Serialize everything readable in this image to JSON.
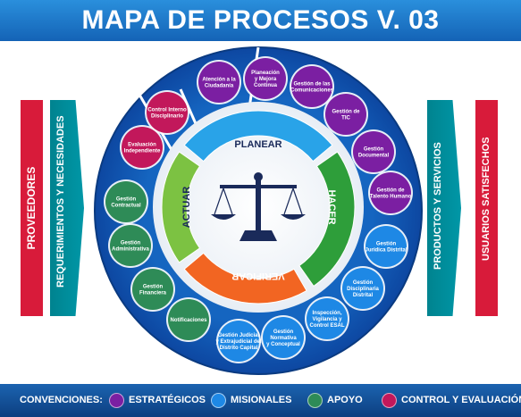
{
  "title": "MAPA DE PROCESOS V. 03",
  "side_labels": {
    "proveedores": "PROVEEDORES",
    "requerimientos": "REQUERIMIENTOS Y NECESIDADES",
    "productos": "PRODUCTOS Y SERVICIOS",
    "usuarios": "USUARIOS SATISFECHOS"
  },
  "cycle": {
    "planear": "PLANEAR",
    "hacer": "HACER",
    "verificar": "VERIFICAR",
    "actuar": "ACTUAR"
  },
  "processes": {
    "strategic": [
      [
        "Atención a la",
        "Ciudadanía"
      ],
      [
        "Planeación",
        "y Mejora",
        "Continua"
      ],
      [
        "Gestión de las",
        "Comunicaciones"
      ],
      [
        "Gestión de",
        "TIC"
      ],
      [
        "Gestión",
        "Documental"
      ],
      [
        "Gestión de",
        "Talento Humano"
      ]
    ],
    "missional": [
      [
        "Gestión",
        "Jurídica Distrital"
      ],
      [
        "Gestión",
        "Disciplinaria",
        "Distrital"
      ],
      [
        "Inspección,",
        "Vigilancia y",
        "Control ESAL"
      ],
      [
        "Gestión",
        "Normativa",
        "y Conceptual"
      ],
      [
        "Gestión Judicial",
        "y Extrajudicial del",
        "Distrito Capital"
      ]
    ],
    "support": [
      [
        "Notificaciones"
      ],
      [
        "Gestión",
        "Financiera"
      ],
      [
        "Gestión",
        "Administrativa"
      ],
      [
        "Gestión",
        "Contractual"
      ]
    ],
    "control": [
      [
        "Evaluación",
        "Independiente"
      ],
      [
        "Control Interno",
        "Disciplinario"
      ]
    ]
  },
  "legend": {
    "label": "CONVENCIONES:",
    "items": [
      {
        "name": "ESTRATÉGICOS",
        "color": "#7b1fa2"
      },
      {
        "name": "MISIONALES",
        "color": "#1e88e5"
      },
      {
        "name": "APOYO",
        "color": "#2e8b57"
      },
      {
        "name": "CONTROL Y EVALUACIÓN",
        "color": "#c2185b"
      }
    ]
  },
  "colors": {
    "strategic": "#7b1fa2",
    "missional": "#1e88e5",
    "support": "#2e8b57",
    "control": "#c2185b",
    "ring": "#1565c0",
    "planear": "#29a3e8",
    "hacer": "#2e9e3a",
    "verificar": "#f26522",
    "actuar": "#7cc242",
    "red_bar": "#d81b3a",
    "teal_bar": "#00838f"
  }
}
